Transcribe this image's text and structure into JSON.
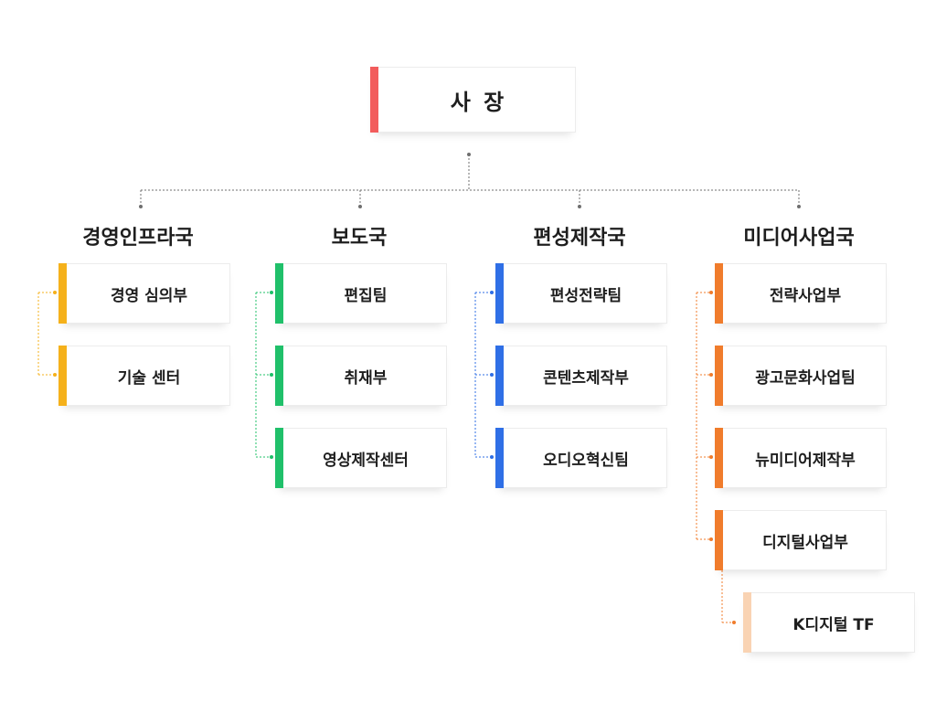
{
  "root": {
    "label": "사 장",
    "color": "#f25c5c"
  },
  "departments": [
    {
      "name": "경영인프라국",
      "color": "#f5b11b",
      "units": [
        {
          "label": "경영 심의부"
        },
        {
          "label": "기술 센터"
        }
      ]
    },
    {
      "name": "보도국",
      "color": "#20c06a",
      "units": [
        {
          "label": "편집팀"
        },
        {
          "label": "취재부"
        },
        {
          "label": "영상제작센터"
        }
      ]
    },
    {
      "name": "편성제작국",
      "color": "#2f6fe6",
      "units": [
        {
          "label": "편성전략팀"
        },
        {
          "label": "콘텐츠제작부"
        },
        {
          "label": "오디오혁신팀"
        }
      ]
    },
    {
      "name": "미디어사업국",
      "color": "#f07c2c",
      "units": [
        {
          "label": "전략사업부"
        },
        {
          "label": "광고문화사업팀"
        },
        {
          "label": "뉴미디어제작부"
        },
        {
          "label": "디지털사업부"
        }
      ],
      "sub_unit": {
        "label": "K디지털 TF",
        "color": "#f9d3b3"
      }
    }
  ]
}
